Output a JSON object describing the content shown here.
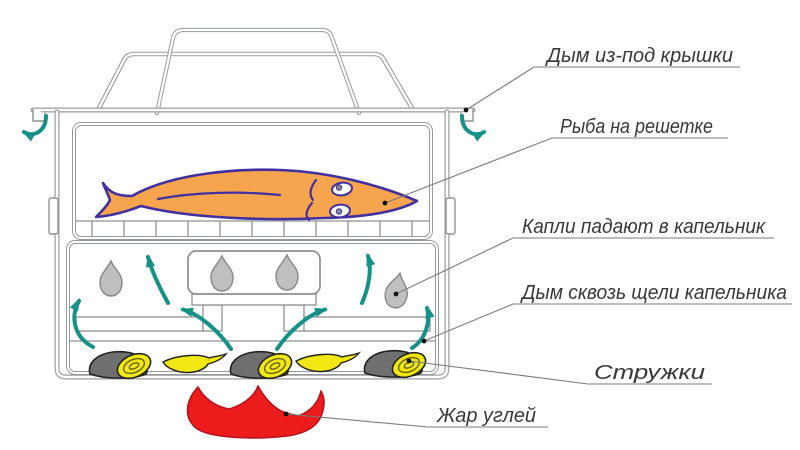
{
  "diagram": {
    "labels": [
      {
        "id": "smoke-under-lid",
        "text": "Дым из-под крышки"
      },
      {
        "id": "fish-on-grate",
        "text": "Рыба на решетке"
      },
      {
        "id": "drops-into-drip-tray",
        "text": "Капли падают в капельник"
      },
      {
        "id": "smoke-through-drip-tray-slots",
        "text": "Дым сквозь щели капельника"
      },
      {
        "id": "wood-shavings",
        "text": "Стружки"
      },
      {
        "id": "coal-heat",
        "text": "Жар углей"
      }
    ],
    "figures": [
      "lid-handle",
      "lid",
      "lid-rim",
      "smoker-body",
      "fish",
      "grate",
      "drip-tray",
      "droplets",
      "smoke-arrows",
      "wood-shavings",
      "flame"
    ],
    "colors": {
      "smoke_arrow": "#149287",
      "fish_fill": "#F7A44F",
      "fish_outline": "#4030A0",
      "droplet_fill": "#BFBFBF",
      "droplet_outline": "#888888",
      "flame_fill": "#EC1C1C",
      "flame_outline": "#B5121A",
      "shaving_yellow": "#F1E712",
      "shaving_ring": "#6B640F",
      "roll_gray": "#6F6F6F",
      "roll_outline": "#222222",
      "outline_gray": "#989B9D",
      "detail_gray": "#8D9093",
      "leader_gray": "#7B7B7B",
      "dot_black": "#111111",
      "label_text": "#383838"
    }
  }
}
